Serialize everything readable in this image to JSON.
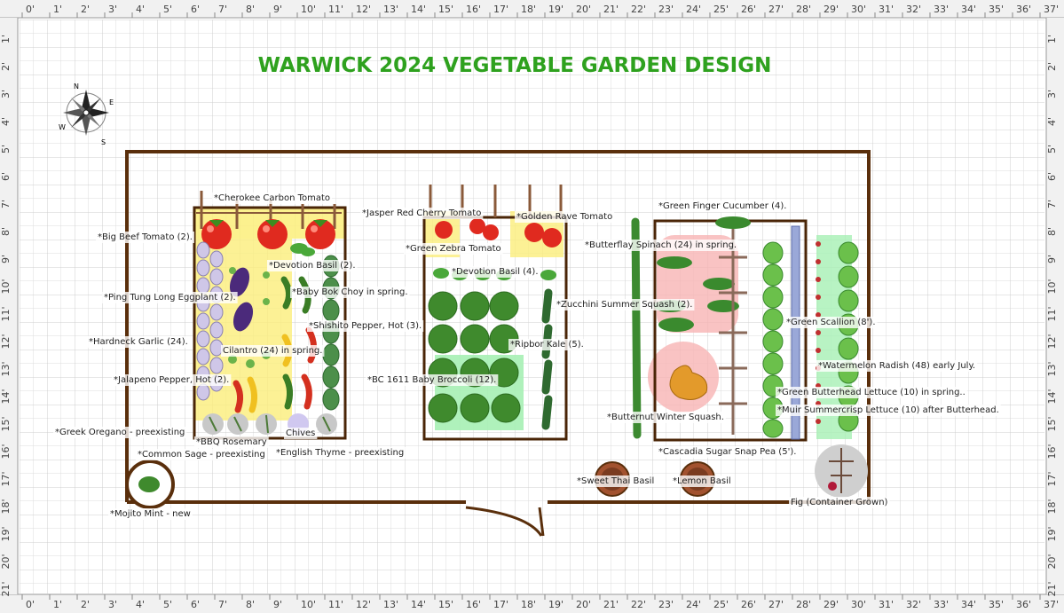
{
  "title": "WARWICK 2024 VEGETABLE GARDEN DESIGN",
  "compass": {
    "n": "N",
    "e": "E",
    "s": "S",
    "w": "W"
  },
  "rulers": {
    "top": [
      "0'",
      "1'",
      "2'",
      "3'",
      "4'",
      "5'",
      "6'",
      "7'",
      "8'",
      "9'",
      "10'",
      "11'",
      "12'",
      "13'",
      "14'",
      "15'",
      "16'",
      "17'",
      "18'",
      "19'",
      "20'",
      "21'",
      "22'",
      "23'",
      "24'",
      "25'",
      "26'",
      "27'",
      "28'",
      "29'",
      "30'",
      "31'",
      "32'",
      "33'",
      "34'",
      "35'",
      "36'",
      "37'"
    ],
    "side": [
      "1'",
      "2'",
      "3'",
      "4'",
      "5'",
      "6'",
      "7'",
      "8'",
      "9'",
      "10'",
      "11'",
      "12'",
      "13'",
      "14'",
      "15'",
      "16'",
      "17'",
      "18'",
      "19'",
      "20'",
      "21'"
    ]
  },
  "labels": {
    "cherokee": "*Cherokee Carbon Tomato",
    "bigbeef": "*Big Beef Tomato (2).",
    "devotion_left": "*Devotion Basil (2).",
    "bokchoy": "*Baby Bok Choy in spring.",
    "eggplant": "*Ping Tung Long Eggplant (2).",
    "shishito": "*Shishito Pepper, Hot (3).",
    "garlic": "*Hardneck Garlic (24).",
    "cilantro": "Cilantro (24) in spring.",
    "jalapeno": "*Jalapeno Pepper, Hot (2).",
    "oregano": "*Greek Oregano - preexisting",
    "rosemary": "*BBQ Rosemary",
    "chives": "Chives",
    "sage": "*Common Sage - preexisting",
    "thyme": "*English Thyme - preexisting",
    "mint": "*Mojito Mint - new",
    "jasper": "*Jasper Red Cherry Tomato",
    "golden": "*Golden Rave Tomato",
    "zebra": "*Green Zebra Tomato",
    "devotion_mid": "*Devotion Basil (4).",
    "broccoli": "*BC 1611 Baby Broccoli (12).",
    "kale": "*Ripbor Kale (5).",
    "zucchini": "*Zucchini Summer Squash (2).",
    "cucumber": "*Green Finger Cucumber (4).",
    "spinach": "*Butterflay Spinach (24) in spring.",
    "scallion": "*Green Scallion (8').",
    "radish": "*Watermelon Radish (48) early July.",
    "butterhead": "*Green Butterhead Lettuce  (10) in spring..",
    "summercrisp": "*Muir Summercrisp Lettuce (10) after Butterhead.",
    "butternut": "*Butternut Winter Squash.",
    "snappea": "*Cascadia Sugar Snap Pea (5').",
    "thaibasil": "*Sweet Thai Basil",
    "lemonbasil": "*Lemon Basil",
    "fig": "Fig (Container Grown)"
  },
  "colors": {
    "title": "#2ea11e",
    "wall": "#5a2f0c",
    "bed": "#4a2507",
    "yellow_zone": "#fbee7a",
    "green_zone": "#a6f0b4",
    "pink_zone": "#f8b4b4",
    "grid": "#d9d9d9"
  }
}
